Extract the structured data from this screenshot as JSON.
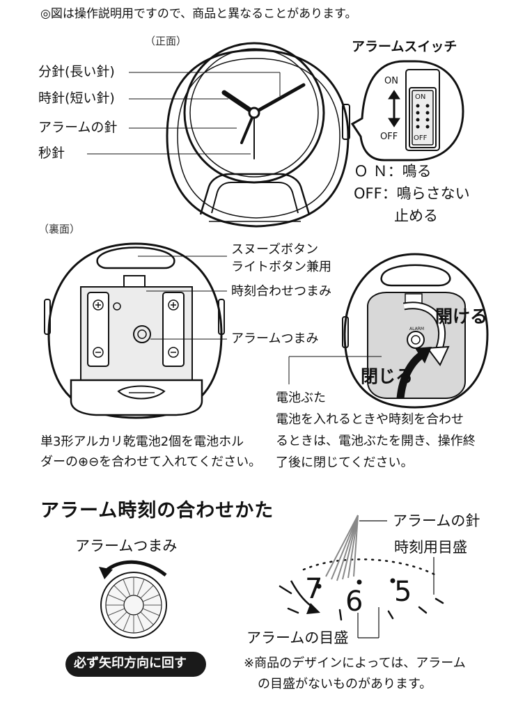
{
  "top_note": "◎図は操作説明用ですので、商品と異なることがあります。",
  "front": {
    "caption": "（正面）",
    "labels": {
      "minute_hand": "分針(長い針)",
      "hour_hand": "時針(短い針)",
      "alarm_hand": "アラームの針",
      "second_hand": "秒針"
    }
  },
  "alarm_switch": {
    "title": "アラームスイッチ",
    "on": "ON",
    "off": "OFF",
    "on_slot": "ON",
    "off_slot": "OFF",
    "desc_on": "Ｏ Ｎ：鳴る",
    "desc_off": "OFF：鳴らさない",
    "desc_off2": "止める"
  },
  "back": {
    "caption": "（裏面）",
    "labels": {
      "snooze1": "スヌーズボタン",
      "snooze2": "ライトボタン兼用",
      "time_knob": "時刻合わせつまみ",
      "alarm_knob": "アラームつまみ"
    },
    "battery_note1": "単3形アルカリ乾電池2個を電池ホル",
    "battery_note2": "ダーの⊕⊖を合わせて入れてください。"
  },
  "cover": {
    "open": "開ける",
    "close": "閉じる",
    "knob_text": "ALARM",
    "title": "電池ぶた",
    "desc1": "電池を入れるときや時刻を合わせ",
    "desc2": "るときは、電池ぶたを開き、操作終",
    "desc3": "了後に閉じてください。"
  },
  "section": {
    "title": "アラーム時刻の合わせかた",
    "knob_label": "アラームつまみ",
    "button": "必ず矢印方向に回す"
  },
  "dial": {
    "numbers": [
      "7",
      "6",
      "5"
    ],
    "alarm_hand": "アラームの針",
    "time_scale": "時刻用目盛",
    "alarm_scale": "アラームの目盛",
    "note1": "※商品のデザインによっては、アラーム",
    "note2": "の目盛がないものがあります。"
  }
}
